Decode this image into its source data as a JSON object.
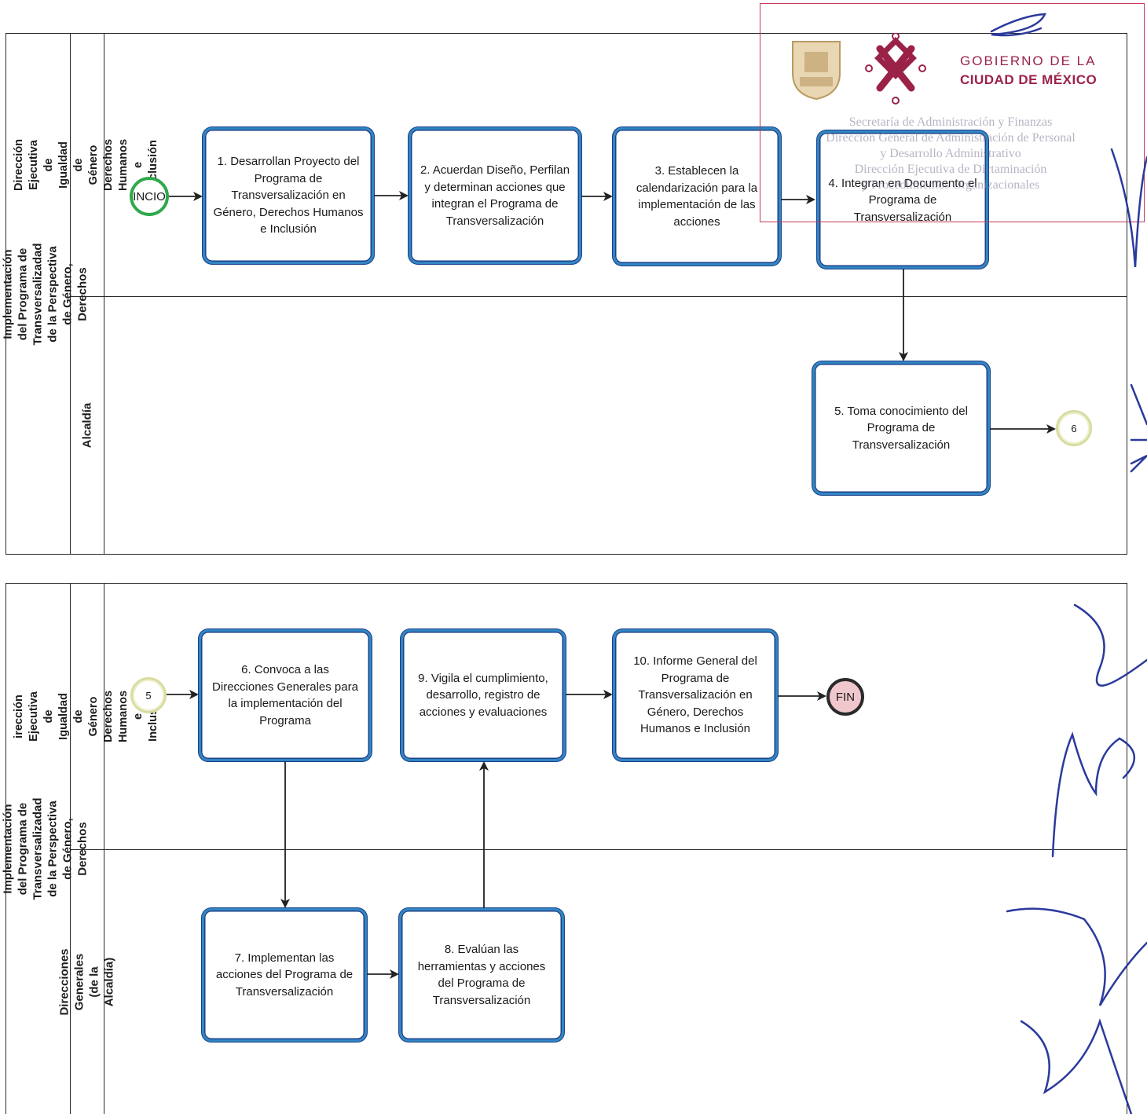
{
  "stamp": {
    "gobierno": "GOBIERNO DE LA",
    "ciudad": "CIUDAD DE MÉXICO",
    "lines": [
      "Secretaría de Administración y Finanzas",
      "Dirección General de Administración de Personal",
      "y Desarrollo Administrativo",
      "Dirección Ejecutiva de Dictaminación",
      "y Procedimientos Organizacionales"
    ],
    "handwriting": "MAPV"
  },
  "diagram1": {
    "pool_title": "Elaboración e Implementación del Programa de Transversalizadad de la Perspectiva de Género, Derechos",
    "lane1": "Dirección Ejecutiva de Igualdad de Género Derechos Humanos e Inclusión",
    "lane2": "Alcaldía",
    "start": "INCIO",
    "task1": "1. Desarrollan Proyecto del Programa de Transversalización en Género, Derechos Humanos e Inclusión",
    "task2": "2. Acuerdan Diseño, Perfilan y determinan acciones que integran el Programa de Transversalización",
    "task3": "3. Establecen la calendarización para la implementación de las acciones",
    "task4": "4. Integran en Documento el Programa de Transversalización",
    "task5": "5. Toma conocimiento del Programa de Transversalización",
    "ref_out": "6"
  },
  "diagram2": {
    "pool_title": "Elaboración e Implementación del Programa de Transversalizadad de la Perspectiva de Género, Derechos",
    "lane1": "irección Ejecutiva de Igualdad de Género Derechos Humanos e Inclusión",
    "lane2": "Direcciones Generales (de la Alcaldía)",
    "ref_in": "5",
    "task6": "6. Convoca a las Direcciones Generales para la implementación del Programa",
    "task9": "9. Vigila el cumplimiento, desarrollo, registro de acciones y evaluaciones",
    "task10": "10. Informe General del Programa de Transversalización en Género, Derechos Humanos e Inclusión",
    "end": "FIN",
    "task7": "7. Implementan las acciones del Programa de Transversalización",
    "task8": "8. Evalúan las herramientas y acciones del Programa de Transversalización"
  }
}
